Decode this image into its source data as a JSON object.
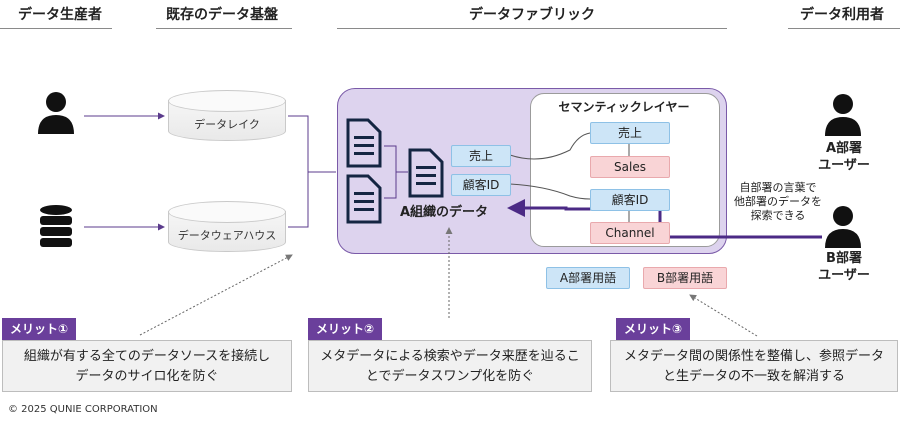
{
  "headers": {
    "producer": "データ生産者",
    "foundation": "既存のデータ基盤",
    "fabric": "データファブリック",
    "consumer": "データ利用者"
  },
  "stores": {
    "lake": "データレイク",
    "warehouse": "データウェアハウス"
  },
  "org_data_label": "A組織のデータ",
  "local_terms": {
    "sales": "売上",
    "customer_id": "顧客ID"
  },
  "semantic_layer": {
    "title": "セマンティックレイヤー",
    "terms": [
      {
        "text": "売上",
        "kind": "A"
      },
      {
        "text": "Sales",
        "kind": "B"
      },
      {
        "text": "顧客ID",
        "kind": "A"
      },
      {
        "text": "Channel",
        "kind": "B"
      }
    ]
  },
  "legend": {
    "a_terms": "A部署用語",
    "b_terms": "B部署用語"
  },
  "users": {
    "a_line1": "A部署",
    "a_line2": "ユーザー",
    "b_line1": "B部署",
    "b_line2": "ユーザー"
  },
  "search_caption": {
    "line1": "自部署の言葉で",
    "line2": "他部署のデータを",
    "line3": "探索できる"
  },
  "merits": [
    {
      "tag": "メリット①",
      "line1": "組織が有する全てのデータソースを接続し",
      "line2": "データのサイロ化を防ぐ"
    },
    {
      "tag": "メリット②",
      "line1": "メタデータによる検索やデータ来歴を辿るこ",
      "line2": "とでデータスワンプ化を防ぐ"
    },
    {
      "tag": "メリット③",
      "line1": "メタデータ間の関係性を整備し、参照データ",
      "line2": "と生データの不一致を解消する"
    }
  ],
  "copyright": "© 2025 QUNIE CORPORATION",
  "colors": {
    "accent_purple": "#6a3f9b",
    "fabric_bg": "#ddd3ee",
    "term_a": "#cde5f7",
    "term_b": "#f9d4d6"
  }
}
